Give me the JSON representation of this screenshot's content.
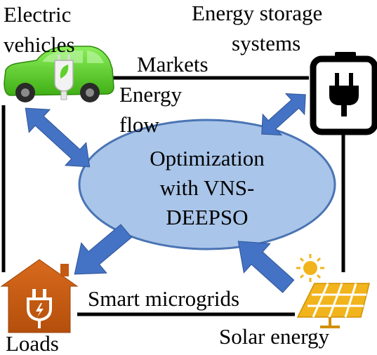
{
  "labels": {
    "ev_line1": "Electric",
    "ev_line2": "vehicles",
    "ess_line1": "Energy storage",
    "ess_line2": "systems",
    "markets": "Markets",
    "energy_flow_line1": "Energy",
    "energy_flow_line2": "flow",
    "hub_line1": "Optimization",
    "hub_line2": "with VNS-",
    "hub_line3": "DEEPSO",
    "smart_microgrids": "Smart microgrids",
    "loads": "Loads",
    "solar": "Solar energy"
  },
  "colors": {
    "ellipse_fill": "#a9c5e9",
    "ellipse_stroke": "#4a74b4",
    "arrow": "#4472c4",
    "car": "#5fd12a",
    "house": "#c55a11",
    "solar_panel": "#f2b41c",
    "line": "#000000"
  },
  "icons": [
    "car-icon",
    "plug-icon",
    "battery-plug-icon",
    "house-plug-icon",
    "solar-panel-icon",
    "sun-icon"
  ]
}
